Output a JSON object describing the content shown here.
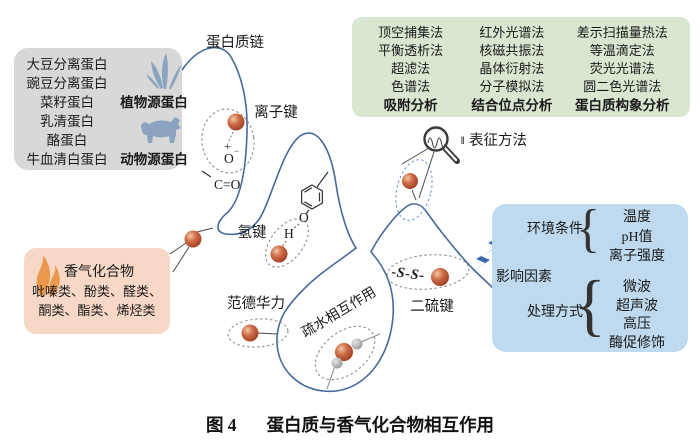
{
  "figure": {
    "caption_tag": "图 4",
    "caption_title": "蛋白质与香气化合物相互作用"
  },
  "protein_box": {
    "plant": {
      "items": [
        "大豆分离蛋白",
        "豌豆分离蛋白",
        "菜籽蛋白"
      ],
      "label": "植物源蛋白",
      "icon": "grass-icon"
    },
    "animal": {
      "items": [
        "乳清蛋白",
        "酪蛋白",
        "牛血清白蛋白"
      ],
      "label": "动物源蛋白",
      "icon": "cow-icon"
    }
  },
  "methods_box": {
    "columns": [
      {
        "items": [
          "顶空捕集法",
          "平衡透析法",
          "超滤法",
          "色谱法"
        ],
        "label": "吸附分析"
      },
      {
        "items": [
          "红外光谱法",
          "核磁共振法",
          "晶体衍射法",
          "分子模拟法"
        ],
        "label": "结合位点分析"
      },
      {
        "items": [
          "差示扫描量热法",
          "等温滴定法",
          "荧光光谱法",
          "圆二色光谱法"
        ],
        "label": "蛋白质构象分析"
      }
    ],
    "legend_mark": "‖",
    "legend": "表征方法",
    "icon": "magnifier-icon"
  },
  "aroma_box": {
    "title": "香气化合物",
    "line1": "吡嗪类、酚类、醛类、",
    "line2": "酮类、酯类、烯烃类",
    "icon": "flame-icon"
  },
  "factors_box": {
    "title": "影响因素",
    "icon": "lightning-icon",
    "groups": [
      {
        "label": "环境条件",
        "items": [
          "温度",
          "pH值",
          "离子强度"
        ]
      },
      {
        "label": "处理方式",
        "items": [
          "微波",
          "超声波",
          "高压",
          "酶促修饰"
        ]
      }
    ],
    "brace": "{"
  },
  "diagram_labels": {
    "protein_chain": "蛋白质链",
    "ionic_bond": "离子键",
    "hydrogen_bond": "氢键",
    "van_der_waals": "范德华力",
    "hydrophobic": "疏水相互作用",
    "disulfide": "二硫键"
  },
  "chem": {
    "plus": "+",
    "o_base": "O",
    "o_sup": "−",
    "carboxyl": "C=O",
    "ring_o": "O",
    "h": "H",
    "ss": "-S-S-"
  },
  "colors": {
    "chain": "#49699c",
    "protein_box_bg": "#d8d8d8",
    "methods_box_bg": "#d9e7d0",
    "aroma_box_bg": "#f7d8c6",
    "factors_box_bg": "#bfd9ee",
    "sphere": "#cd6b47",
    "gray_sphere": "#a8a8a8",
    "lightning": "#3a66b0",
    "flame": "#e9984e",
    "source_icon": "#8ba3c0"
  }
}
